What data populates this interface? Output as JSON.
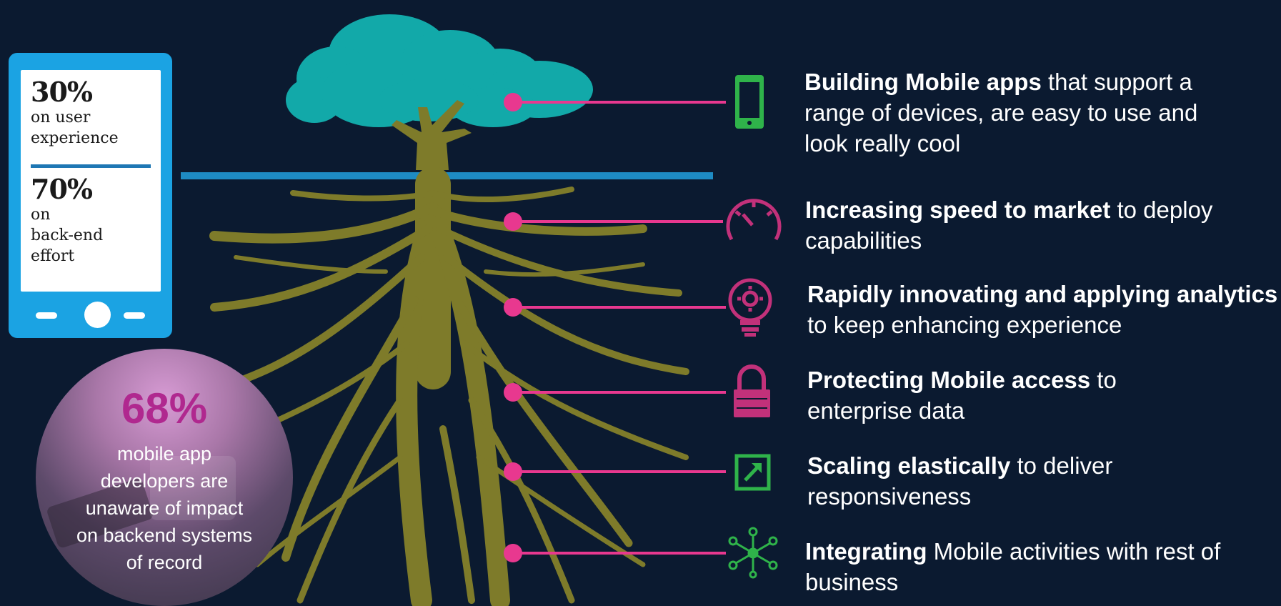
{
  "phone_stats": {
    "stat1_pct": "30%",
    "stat1_label_line1": "on user",
    "stat1_label_line2": "experience",
    "stat2_pct": "70%",
    "stat2_label_line1": "on",
    "stat2_label_line2": "back-end",
    "stat2_label_line3": "effort"
  },
  "bubble": {
    "pct": "68%",
    "line1": "mobile app",
    "line2": "developers are",
    "line3": "unaware of impact",
    "line4": "on backend systems",
    "line5": "of record"
  },
  "features": [
    {
      "bold": "Building Mobile apps",
      "rest": " that support a range of devices, are easy to use and look really cool",
      "icon": "mobile-phone-icon"
    },
    {
      "bold": "Increasing speed to market",
      "rest": " to deploy capabilities",
      "icon": "speedometer-icon"
    },
    {
      "bold": "Rapidly innovating and applying analytics",
      "rest": " to keep enhancing experience",
      "icon": "lightbulb-gear-icon"
    },
    {
      "bold": "Protecting Mobile access",
      "rest": " to enterprise data",
      "icon": "padlock-icon"
    },
    {
      "bold": "Scaling elastically",
      "rest": " to deliver responsiveness",
      "icon": "scale-arrow-icon"
    },
    {
      "bold": "Integrating",
      "rest": " Mobile activities with rest of business",
      "icon": "network-nodes-icon"
    }
  ],
  "colors": {
    "background": "#0b1a30",
    "connector_pink": "#e8388f",
    "canopy_teal": "#12a9a9",
    "trunk_olive": "#7e7b2a",
    "ground_line_blue": "#1e8bc3",
    "phone_blue": "#1ba3e3",
    "icon_green": "#2fb34a",
    "icon_magenta": "#c2317a"
  }
}
